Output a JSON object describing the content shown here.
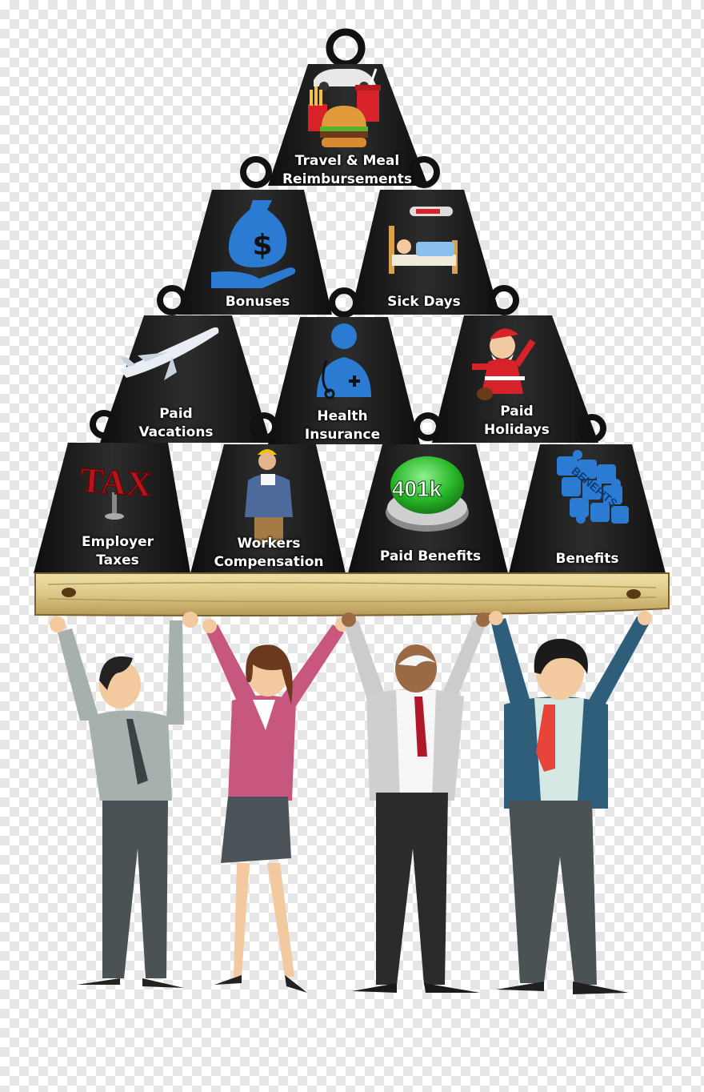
{
  "weights": [
    {
      "id": "travel",
      "label": "Travel & Meal\nReimbursements",
      "icon": "fast-food-car-icon"
    },
    {
      "id": "bonuses",
      "label": "Bonuses",
      "icon": "money-bag-hand-icon"
    },
    {
      "id": "sick",
      "label": "Sick Days",
      "icon": "bed-thermometer-icon"
    },
    {
      "id": "vacations",
      "label": "Paid\nVacations",
      "icon": "airplane-icon"
    },
    {
      "id": "health",
      "label": "Health\nInsurance",
      "icon": "doctor-icon"
    },
    {
      "id": "holidays",
      "label": "Paid\nHolidays",
      "icon": "santa-icon"
    },
    {
      "id": "taxes",
      "label": "Employer\nTaxes",
      "icon": "tax-sign-icon"
    },
    {
      "id": "workers",
      "label": "Workers\nCompensation",
      "icon": "construction-worker-icon"
    },
    {
      "id": "paidbenefits",
      "label": "Paid Benefits",
      "icon": "401k-button-icon"
    },
    {
      "id": "benefits",
      "label": "Benefits",
      "icon": "benefits-puzzle-icon"
    }
  ],
  "badge_401k": "401k",
  "tax_text": "TAX",
  "puzzle_text": "BENEFITS",
  "colors": {
    "weight": "#1e1e1e",
    "board": "#e0cc8c",
    "icon_blue": "#2a7bd1",
    "button_green": "#2fbf2f"
  }
}
